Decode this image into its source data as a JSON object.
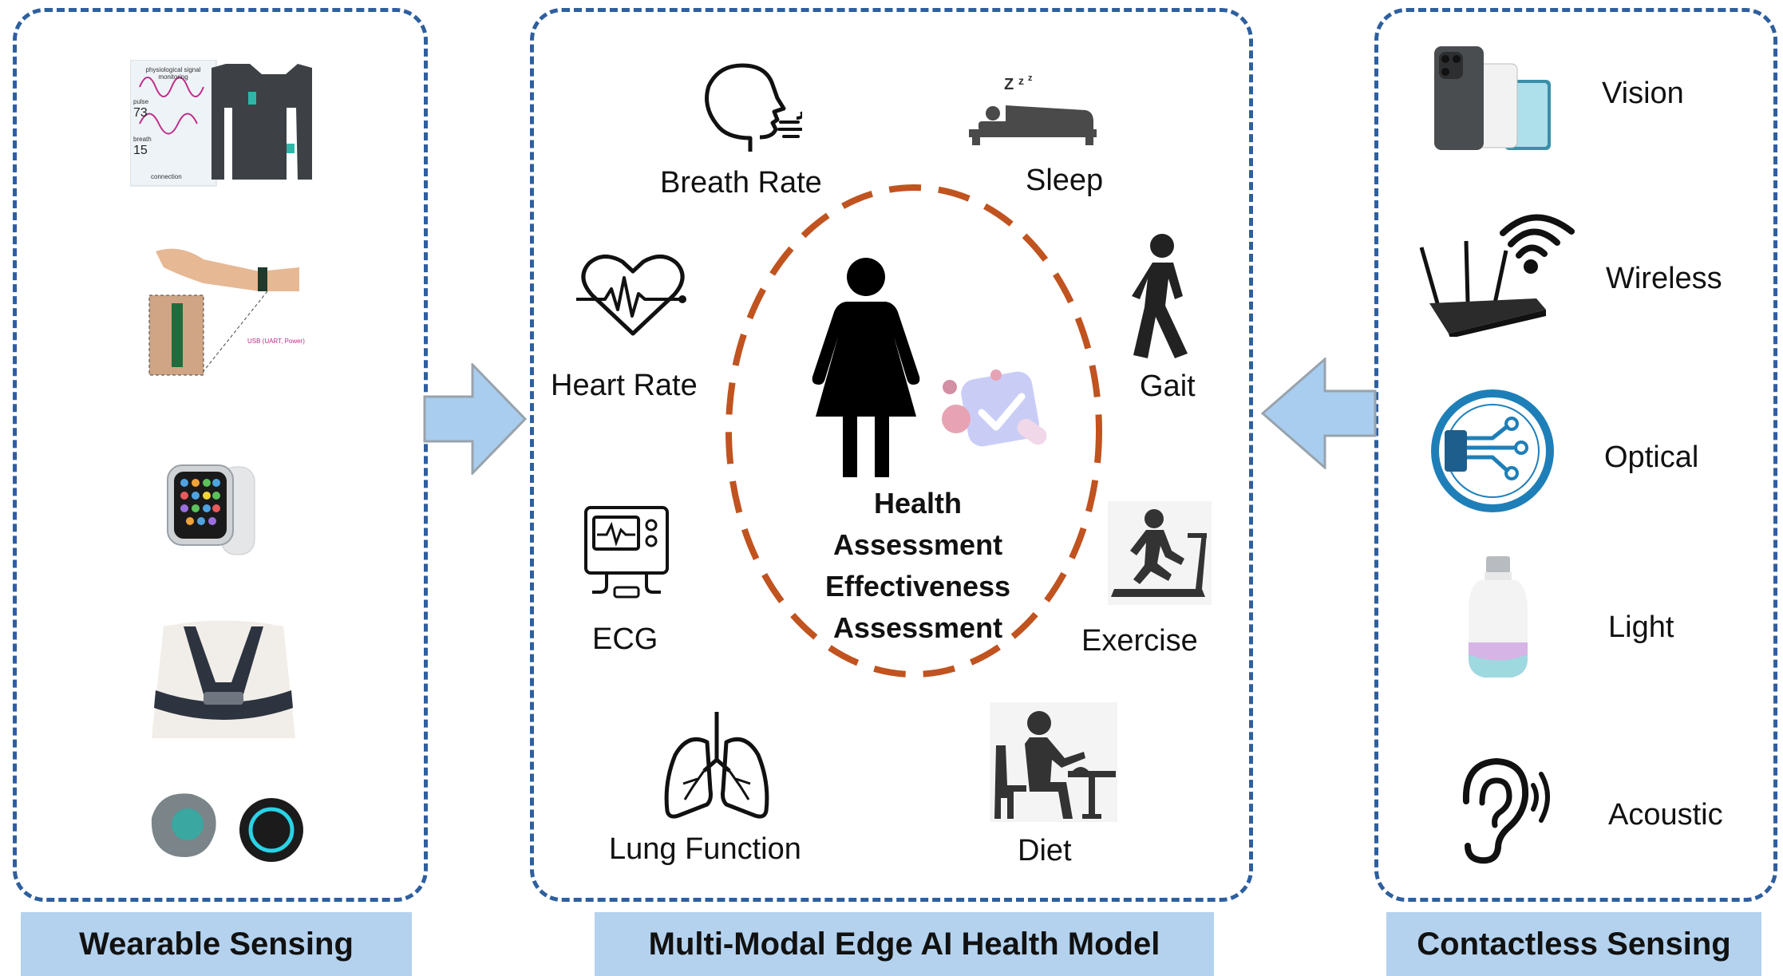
{
  "panels": {
    "wearable": {
      "caption": "Wearable Sensing",
      "items": [
        {
          "icon": "smart-shirt-icon",
          "texts": [
            "physiological signal monitoring",
            "pulse",
            "73",
            "breath",
            "15",
            "connection"
          ]
        },
        {
          "icon": "wrist-sensor-icon",
          "texts": [
            "USB (UART, Power)"
          ]
        },
        {
          "icon": "smartwatch-icon"
        },
        {
          "icon": "chest-strap-icon"
        },
        {
          "icon": "earbuds-icon"
        }
      ]
    },
    "center": {
      "caption": "Multi-Modal Edge AI Health Model",
      "core_lines": [
        "Health",
        "Assessment",
        "Effectiveness",
        "Assessment"
      ],
      "items": {
        "breath_rate": {
          "label": "Breath Rate",
          "icon": "breathing-face-icon"
        },
        "sleep": {
          "label": "Sleep",
          "icon": "sleep-bed-icon"
        },
        "heart_rate": {
          "label": "Heart Rate",
          "icon": "heart-pulse-icon"
        },
        "gait": {
          "label": "Gait",
          "icon": "walking-person-icon"
        },
        "ecg": {
          "label": "ECG",
          "icon": "ecg-monitor-icon"
        },
        "exercise": {
          "label": "Exercise",
          "icon": "treadmill-icon"
        },
        "lung_function": {
          "label": "Lung Function",
          "icon": "lungs-icon"
        },
        "diet": {
          "label": "Diet",
          "icon": "dining-person-icon"
        }
      }
    },
    "contactless": {
      "caption": "Contactless Sensing",
      "items": {
        "vision": {
          "label": "Vision",
          "icon": "smartphones-icon"
        },
        "wireless": {
          "label": "Wireless",
          "icon": "wifi-router-icon"
        },
        "optical": {
          "label": "Optical",
          "icon": "optical-fiber-icon"
        },
        "light": {
          "label": "Light",
          "icon": "light-bulb-icon"
        },
        "acoustic": {
          "label": "Acoustic",
          "icon": "ear-sound-icon"
        }
      }
    }
  },
  "colors": {
    "panel_border": "#2e5f9e",
    "caption_bg": "#b4d2ee",
    "arrow_fill": "#a9cdee",
    "core_ring": "#c0531f"
  }
}
